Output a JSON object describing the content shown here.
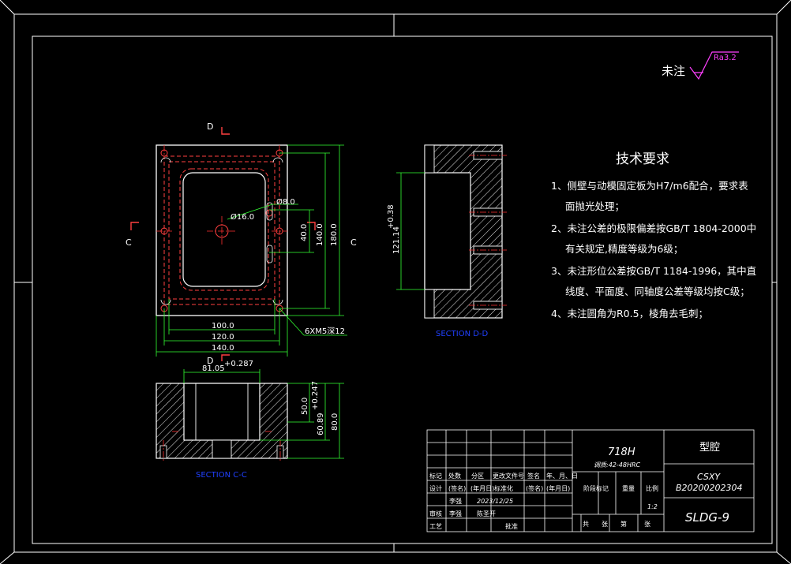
{
  "annotations": {
    "roughness_label": "未注",
    "roughness_value": "Ra3.2"
  },
  "section_marks": {
    "d_top": "D",
    "d_bottom": "D",
    "c_left": "C",
    "c_right": "C"
  },
  "view_labels": {
    "section_dd": "SECTION D-D",
    "section_cc": "SECTION C-C"
  },
  "dimensions": {
    "dia_small": "Ø8.0",
    "dia_center": "Ø16.0",
    "v_40": "40.0",
    "v_140": "140.0",
    "v_180": "180.0",
    "h_100": "100.0",
    "h_120": "120.0",
    "h_140": "140.0",
    "thread": "6XM5深12",
    "dd_height": "121.14",
    "dd_tol": "+0.38",
    "cc_width": "81.05",
    "cc_width_tol": "+0.287",
    "cc_50": "50.0",
    "cc_6089": "60.89",
    "cc_6089_tol": "+0.247",
    "cc_80": "80.0"
  },
  "tech_requirements": {
    "title": "技术要求",
    "lines": [
      "1、侧壁与动模固定板为H7/m6配合，要求表",
      "面抛光处理；",
      "2、未注公差的极限偏差按GB/T 1804-2000中",
      "有关规定,精度等级为6级；",
      "3、未注形位公差按GB/T 1184-1996，其中直",
      "线度、平面度、同轴度公差等级均按C级；",
      "4、未注圆角为R0.5，棱角去毛刺；"
    ]
  },
  "title_block": {
    "material": "718H",
    "hardness": "调质:42-48HRC",
    "part_name": "型腔",
    "school": "CSXY",
    "student_id": "B20200202304",
    "drawing_no": "SLDG-9",
    "scale": "1:2",
    "date": "2023/12/25",
    "designer_name": "李强",
    "approver": "陈圣开",
    "cells": {
      "mark": "标记",
      "count": "处数",
      "zone": "分区",
      "change_doc": "更改文件号",
      "signature": "签名",
      "ymd": "年、月、日",
      "design": "设计",
      "sign_paren": "(签名)",
      "date_paren": "(年月日)",
      "standardize": "标准化",
      "stage_mark": "阶段标记",
      "weight": "重量",
      "ratio": "比例",
      "drafter": "李强",
      "review": "审核",
      "craft": "工艺",
      "approve": "批准",
      "sheet_total": "共",
      "sheet_word": "张",
      "sheet_no": "第",
      "sheet_word2": "张"
    }
  },
  "colors": {
    "background": "#000000",
    "lines": "#ffffff",
    "hidden": "#ff4040",
    "center": "#ff3030",
    "dimension": "#33ff33",
    "hatch": "#ffffff",
    "label_blue": "#2040ff",
    "roughness": "#ff40ff"
  }
}
